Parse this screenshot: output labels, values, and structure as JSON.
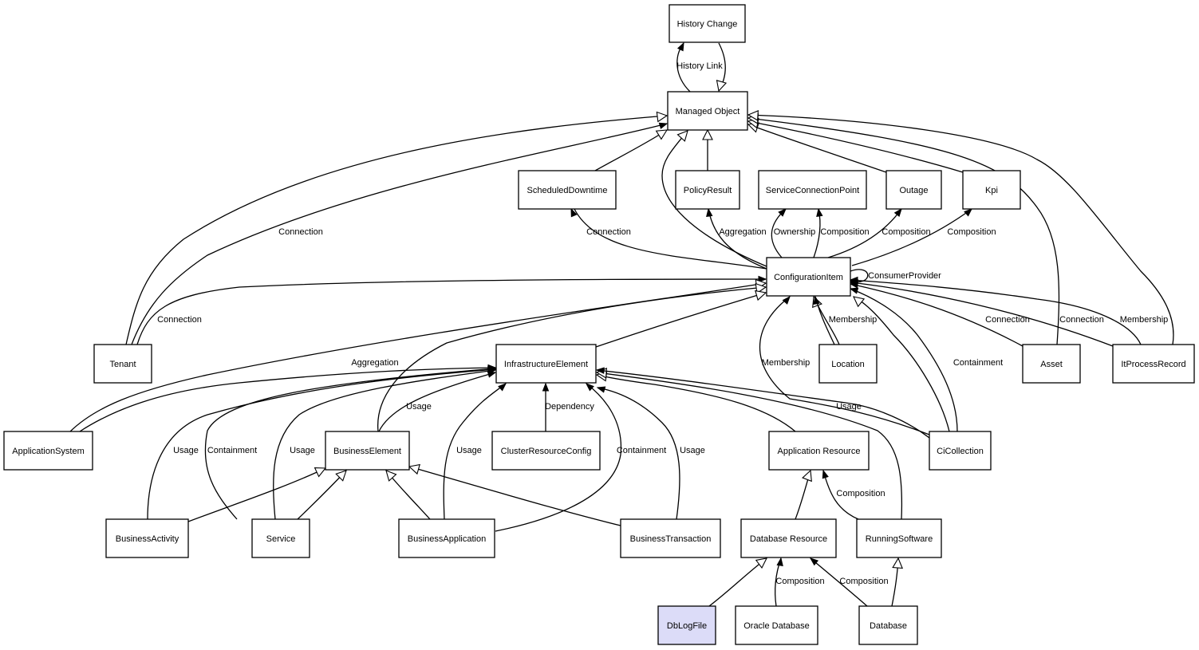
{
  "diagram": {
    "title": "Configuration Item Model",
    "colors": {
      "highlight_fill": "#dcdcf8",
      "node_fill": "#ffffff",
      "stroke": "#000000"
    },
    "nodes": [
      {
        "id": "history_change",
        "label": "History Change"
      },
      {
        "id": "managed_object",
        "label": "Managed Object"
      },
      {
        "id": "scheduled_downtime",
        "label": "ScheduledDowntime"
      },
      {
        "id": "policy_result",
        "label": "PolicyResult"
      },
      {
        "id": "service_connection_point",
        "label": "ServiceConnectionPoint"
      },
      {
        "id": "outage",
        "label": "Outage"
      },
      {
        "id": "kpi",
        "label": "Kpi"
      },
      {
        "id": "configuration_item",
        "label": "ConfigurationItem"
      },
      {
        "id": "tenant",
        "label": "Tenant"
      },
      {
        "id": "infrastructure_element",
        "label": "InfrastructureElement"
      },
      {
        "id": "location",
        "label": "Location"
      },
      {
        "id": "asset",
        "label": "Asset"
      },
      {
        "id": "it_process_record",
        "label": "ItProcessRecord"
      },
      {
        "id": "application_system",
        "label": "ApplicationSystem"
      },
      {
        "id": "business_element",
        "label": "BusinessElement"
      },
      {
        "id": "cluster_resource_config",
        "label": "ClusterResourceConfig"
      },
      {
        "id": "application_resource",
        "label": "Application Resource"
      },
      {
        "id": "ci_collection",
        "label": "CiCollection"
      },
      {
        "id": "business_activity",
        "label": "BusinessActivity"
      },
      {
        "id": "service",
        "label": "Service"
      },
      {
        "id": "business_application",
        "label": "BusinessApplication"
      },
      {
        "id": "business_transaction",
        "label": "BusinessTransaction"
      },
      {
        "id": "database_resource",
        "label": "Database Resource"
      },
      {
        "id": "running_software",
        "label": "RunningSoftware"
      },
      {
        "id": "db_log_file",
        "label": "DbLogFile",
        "highlighted": true
      },
      {
        "id": "oracle_database",
        "label": "Oracle Database"
      },
      {
        "id": "database",
        "label": "Database"
      }
    ],
    "edges": [
      {
        "from": "managed_object",
        "to": "history_change",
        "type": "association",
        "label": "History Link"
      },
      {
        "from": "history_change",
        "to": "managed_object",
        "type": "inheritance",
        "label": ""
      },
      {
        "from": "tenant",
        "to": "managed_object",
        "type": "inheritance",
        "label": ""
      },
      {
        "from": "tenant",
        "to": "managed_object",
        "type": "association",
        "label": "Connection"
      },
      {
        "from": "scheduled_downtime",
        "to": "managed_object",
        "type": "inheritance",
        "label": ""
      },
      {
        "from": "configuration_item",
        "to": "managed_object",
        "type": "inheritance",
        "label": ""
      },
      {
        "from": "policy_result",
        "to": "managed_object",
        "type": "inheritance",
        "label": ""
      },
      {
        "from": "outage",
        "to": "managed_object",
        "type": "inheritance",
        "label": ""
      },
      {
        "from": "kpi",
        "to": "managed_object",
        "type": "inheritance",
        "label": ""
      },
      {
        "from": "asset",
        "to": "managed_object",
        "type": "inheritance",
        "label": ""
      },
      {
        "from": "it_process_record",
        "to": "managed_object",
        "type": "inheritance",
        "label": ""
      },
      {
        "from": "configuration_item",
        "to": "scheduled_downtime",
        "type": "association",
        "label": "Connection"
      },
      {
        "from": "configuration_item",
        "to": "policy_result",
        "type": "association",
        "label": "Aggregation"
      },
      {
        "from": "configuration_item",
        "to": "service_connection_point",
        "type": "association",
        "label": "Ownership"
      },
      {
        "from": "configuration_item",
        "to": "service_connection_point",
        "type": "association",
        "label": "Composition"
      },
      {
        "from": "configuration_item",
        "to": "outage",
        "type": "association",
        "label": "Composition"
      },
      {
        "from": "configuration_item",
        "to": "kpi",
        "type": "association",
        "label": "Composition"
      },
      {
        "from": "configuration_item",
        "to": "configuration_item",
        "type": "association",
        "label": "ConsumerProvider"
      },
      {
        "from": "tenant",
        "to": "configuration_item",
        "type": "association",
        "label": "Connection"
      },
      {
        "from": "application_system",
        "to": "configuration_item",
        "type": "inheritance",
        "label": ""
      },
      {
        "from": "business_element",
        "to": "configuration_item",
        "type": "inheritance",
        "label": ""
      },
      {
        "from": "infrastructure_element",
        "to": "configuration_item",
        "type": "inheritance",
        "label": ""
      },
      {
        "from": "location",
        "to": "configuration_item",
        "type": "inheritance",
        "label": ""
      },
      {
        "from": "location",
        "to": "configuration_item",
        "type": "association",
        "label": "Membership"
      },
      {
        "from": "ci_collection",
        "to": "configuration_item",
        "type": "association",
        "label": "Membership"
      },
      {
        "from": "ci_collection",
        "to": "configuration_item",
        "type": "inheritance",
        "label": ""
      },
      {
        "from": "ci_collection",
        "to": "configuration_item",
        "type": "association",
        "label": "Containment"
      },
      {
        "from": "asset",
        "to": "configuration_item",
        "type": "association",
        "label": "Connection"
      },
      {
        "from": "it_process_record",
        "to": "configuration_item",
        "type": "association",
        "label": "Connection"
      },
      {
        "from": "it_process_record",
        "to": "configuration_item",
        "type": "association",
        "label": "Membership"
      },
      {
        "from": "application_system",
        "to": "infrastructure_element",
        "type": "association",
        "label": "Aggregation"
      },
      {
        "from": "business_activity",
        "to": "infrastructure_element",
        "type": "association",
        "label": "Usage"
      },
      {
        "from": "service",
        "to": "infrastructure_element",
        "type": "association",
        "label": "Containment"
      },
      {
        "from": "service",
        "to": "infrastructure_element",
        "type": "association",
        "label": "Usage"
      },
      {
        "from": "business_element",
        "to": "infrastructure_element",
        "type": "association",
        "label": "Usage"
      },
      {
        "from": "business_application",
        "to": "infrastructure_element",
        "type": "association",
        "label": "Usage"
      },
      {
        "from": "cluster_resource_config",
        "to": "infrastructure_element",
        "type": "association",
        "label": "Dependency"
      },
      {
        "from": "business_application",
        "to": "infrastructure_element",
        "type": "association",
        "label": "Containment"
      },
      {
        "from": "business_transaction",
        "to": "infrastructure_element",
        "type": "association",
        "label": "Usage"
      },
      {
        "from": "application_resource",
        "to": "infrastructure_element",
        "type": "inheritance",
        "label": ""
      },
      {
        "from": "running_software",
        "to": "infrastructure_element",
        "type": "inheritance",
        "label": ""
      },
      {
        "from": "ci_collection",
        "to": "infrastructure_element",
        "type": "association",
        "label": "Usage"
      },
      {
        "from": "business_activity",
        "to": "business_element",
        "type": "inheritance",
        "label": ""
      },
      {
        "from": "service",
        "to": "business_element",
        "type": "inheritance",
        "label": ""
      },
      {
        "from": "business_application",
        "to": "business_element",
        "type": "inheritance",
        "label": ""
      },
      {
        "from": "business_transaction",
        "to": "business_element",
        "type": "inheritance",
        "label": ""
      },
      {
        "from": "database_resource",
        "to": "application_resource",
        "type": "inheritance",
        "label": ""
      },
      {
        "from": "running_software",
        "to": "application_resource",
        "type": "association",
        "label": "Composition"
      },
      {
        "from": "db_log_file",
        "to": "database_resource",
        "type": "inheritance",
        "label": ""
      },
      {
        "from": "oracle_database",
        "to": "database_resource",
        "type": "association",
        "label": "Composition"
      },
      {
        "from": "database",
        "to": "database_resource",
        "type": "association",
        "label": "Composition"
      },
      {
        "from": "database",
        "to": "running_software",
        "type": "inheritance",
        "label": ""
      }
    ]
  }
}
